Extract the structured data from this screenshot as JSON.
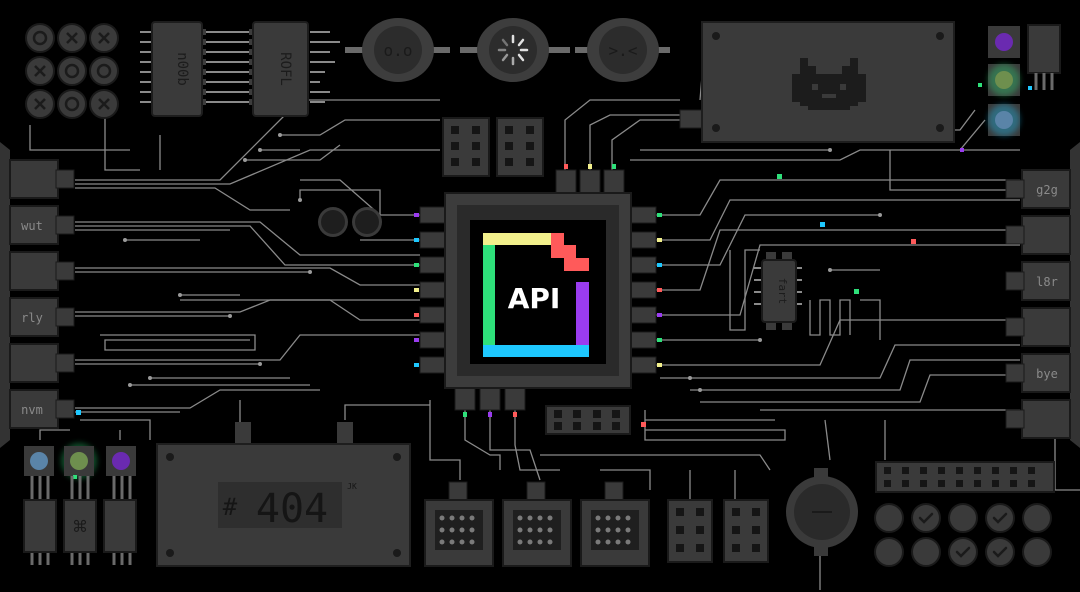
{
  "chip": {
    "label": "API"
  },
  "ic_chips": [
    {
      "label": "n00b"
    },
    {
      "label": "ROFL"
    }
  ],
  "faces": [
    {
      "label": "o.o"
    },
    {
      "label": ">.<"
    }
  ],
  "left_ports": [
    {
      "label": ""
    },
    {
      "label": "wut"
    },
    {
      "label": ""
    },
    {
      "label": "rly"
    },
    {
      "label": ""
    },
    {
      "label": "nvm"
    }
  ],
  "right_ports": [
    {
      "label": "g2g"
    },
    {
      "label": ""
    },
    {
      "label": "l8r"
    },
    {
      "label": ""
    },
    {
      "label": "bye"
    },
    {
      "label": ""
    }
  ],
  "small_chip": {
    "label": "fart"
  },
  "error_display": {
    "hash": "#",
    "code": "404",
    "tag": "JK"
  },
  "cmd_symbol": "⌘",
  "colors": {
    "background": "#000000",
    "board": "#2b2b2b",
    "trace": "#8a8a8a",
    "yellow": "#f2f08c",
    "red": "#ff5a5a",
    "green": "#2ee07a",
    "purple": "#9a3cf0",
    "cyan": "#1ec8ff"
  }
}
